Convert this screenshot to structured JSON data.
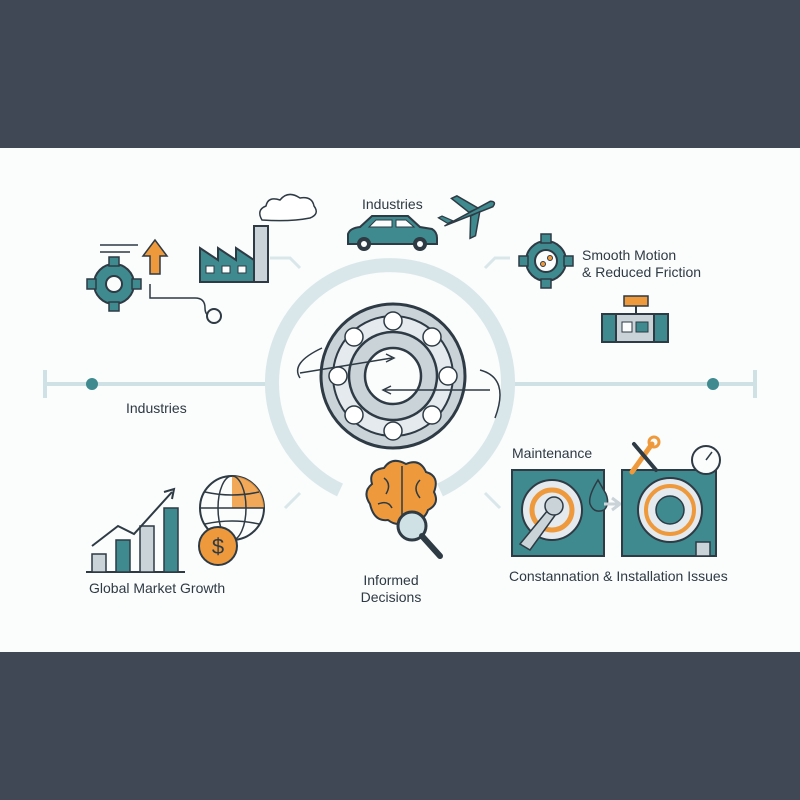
{
  "labels": {
    "industries_top": "Industries",
    "industries_left": "Industries",
    "smooth_motion_line1": "Smooth Motion",
    "smooth_motion_line2": "& Reduced Friction",
    "maintenance": "Maintenance",
    "global_market_growth": "Global Market Growth",
    "informed_line1": "Informed",
    "informed_line2": "Decisions",
    "issues": "Constannation & Installation Issues"
  },
  "icons": [
    "gear-icon",
    "arrow-up-icon",
    "factory-icon",
    "smoke-icon",
    "car-icon",
    "airplane-icon",
    "gear-icon",
    "machine-icon",
    "bearing-icon",
    "brain-icon",
    "magnifier-icon",
    "bar-chart-icon",
    "globe-icon",
    "dollar-coin-icon",
    "wrench-icon",
    "oil-drop-icon",
    "tools-icon",
    "pressure-gauge-icon"
  ],
  "colors": {
    "background": "#3f4854",
    "panel": "#fbfcfc",
    "teal": "#3e8a8e",
    "teal_light": "#cfe1e4",
    "orange": "#ee9a3c",
    "dark": "#2e3a44"
  }
}
